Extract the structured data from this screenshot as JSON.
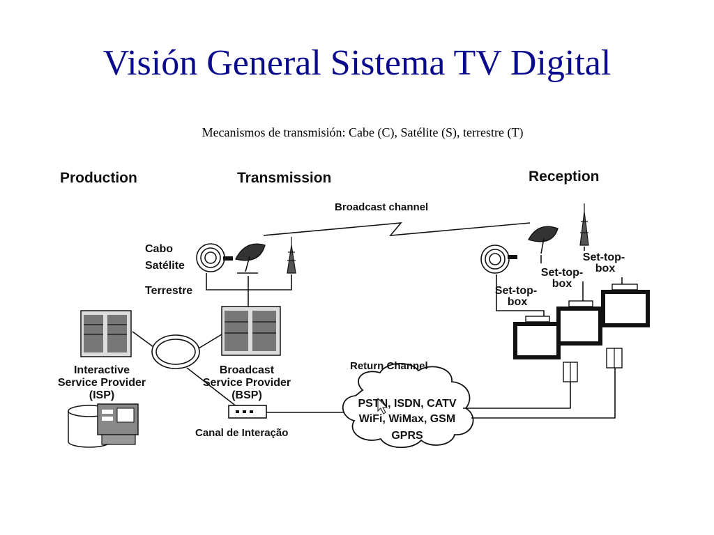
{
  "slide": {
    "title": "Visión General Sistema TV Digital",
    "subtitle": "Mecanismos de transmisión: Cabe (C), Satélite (S), terrestre (T)"
  },
  "diagram": {
    "sections": {
      "production": "Production",
      "transmission": "Transmission",
      "reception": "Reception"
    },
    "broadcast_channel": "Broadcast channel",
    "return_channel": "Return Channel",
    "transmission_media": {
      "cable": "Cabo",
      "satellite": "Satélite",
      "terrestrial": "Terrestre"
    },
    "isp": {
      "line1": "Interactive",
      "line2": "Service Provider",
      "line3": "(ISP)"
    },
    "bsp": {
      "line1": "Broadcast",
      "line2": "Service Provider",
      "line3": "(BSP)"
    },
    "interaction_channel": "Canal de Interação",
    "cloud": {
      "line1": "PSTN, ISDN, CATV",
      "line2": "WiFi, WiMax, GSM",
      "line3": "GPRS"
    },
    "set_top_boxes": [
      {
        "line1": "Set-top-",
        "line2": "box"
      },
      {
        "line1": "Set-top-",
        "line2": "box"
      },
      {
        "line1": "Set-top-",
        "line2": "box"
      }
    ]
  }
}
